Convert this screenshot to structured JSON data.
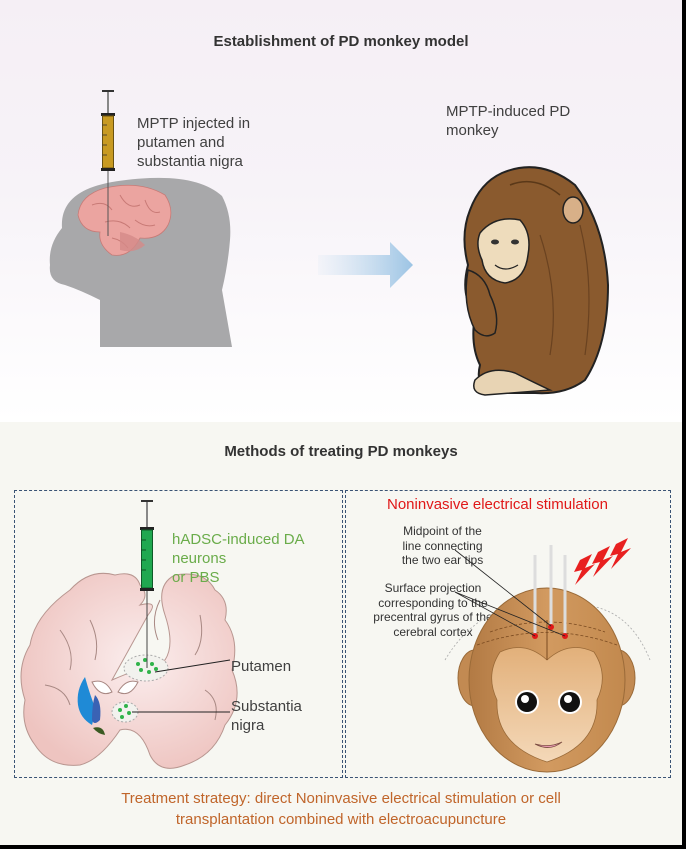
{
  "section_top": {
    "title": "Establishment of PD monkey model",
    "injection_label": [
      "MPTP injected in",
      "putamen and",
      "substantia nigra"
    ],
    "monkey_label": [
      "MPTP-induced PD",
      "monkey"
    ],
    "icons": [
      "syringe-icon",
      "monkey-head-silhouette",
      "brain-icon",
      "arrow-right-icon",
      "sitting-monkey-illustration"
    ]
  },
  "section_bottom": {
    "title": "Methods of treating PD monkeys",
    "left_panel": {
      "syringe_label": [
        "hADSC-induced DA",
        "neurons",
        "or PBS"
      ],
      "putamen_label": "Putamen",
      "substantia_label": [
        "Substantia",
        "nigra"
      ]
    },
    "right_panel": {
      "title": "Noninvasive  electrical stimulation",
      "midpoint_label": [
        "Midpoint of the",
        "line connecting",
        "the two ear tips"
      ],
      "surface_label": [
        "Surface projection",
        "corresponding to the",
        "precentral gyrus of the",
        "cerebral cortex"
      ]
    },
    "strategy": [
      "Treatment  strategy: direct Noninvasive  electrical stimulation  or cell",
      "transplantation  combined with  electroacupuncture"
    ]
  },
  "colors": {
    "title_text": "#333333",
    "label_text": "#404040",
    "green_label": "#6aac4a",
    "red_title": "#e01818",
    "strategy_text": "#c0652a",
    "dashed_border": "#3a5374"
  }
}
